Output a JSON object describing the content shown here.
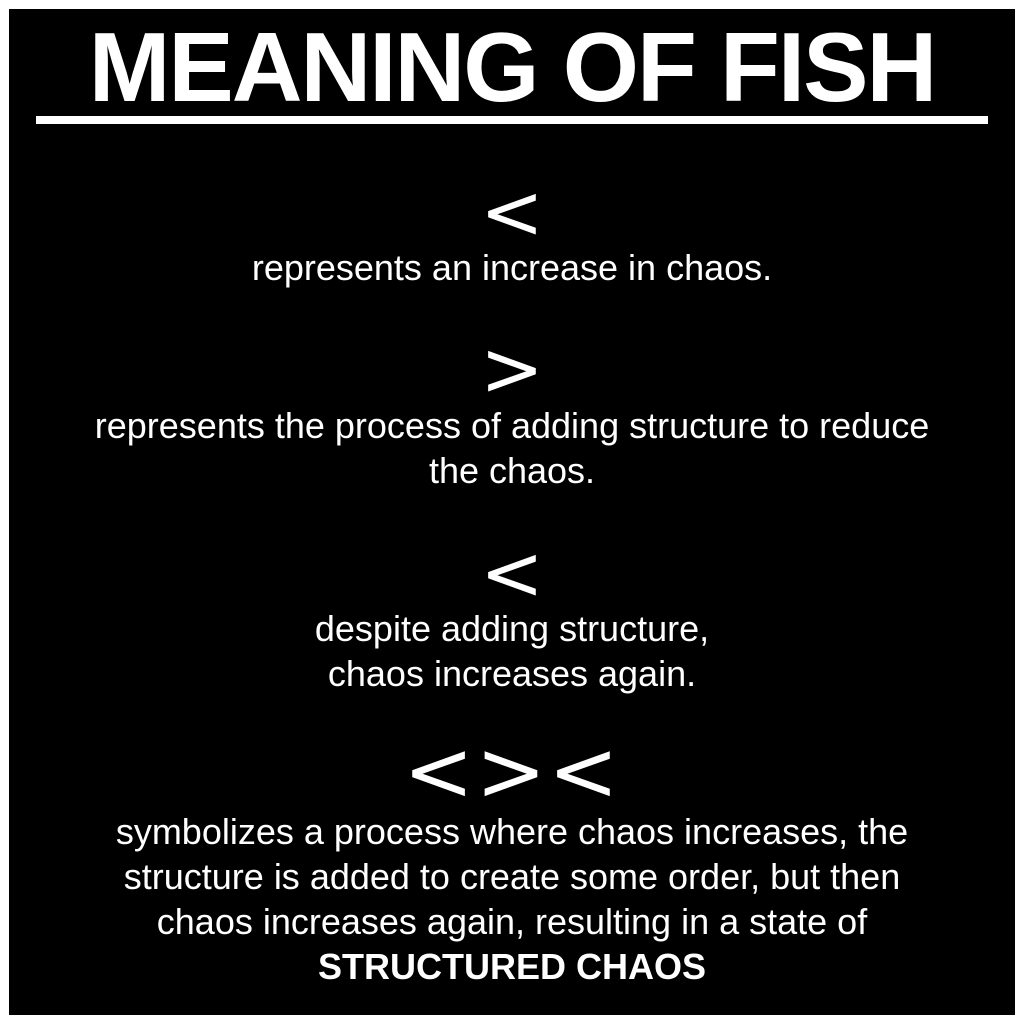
{
  "title": "MEANING OF FISH",
  "sections": [
    {
      "symbol": "<",
      "lines": [
        "represents an increase in chaos."
      ]
    },
    {
      "symbol": ">",
      "lines": [
        "represents the process of adding structure to reduce",
        "the chaos."
      ]
    },
    {
      "symbol": "<",
      "lines": [
        "despite adding structure,",
        "chaos increases again."
      ]
    },
    {
      "symbol": "<><",
      "lines": [
        "symbolizes a process where chaos increases, the",
        "structure is added to create some order, but then",
        "chaos increases again, resulting in a state of"
      ],
      "emphasis": "STRUCTURED CHAOS"
    }
  ],
  "colors": {
    "background": "#000000",
    "text": "#ffffff",
    "border": "#ffffff"
  }
}
